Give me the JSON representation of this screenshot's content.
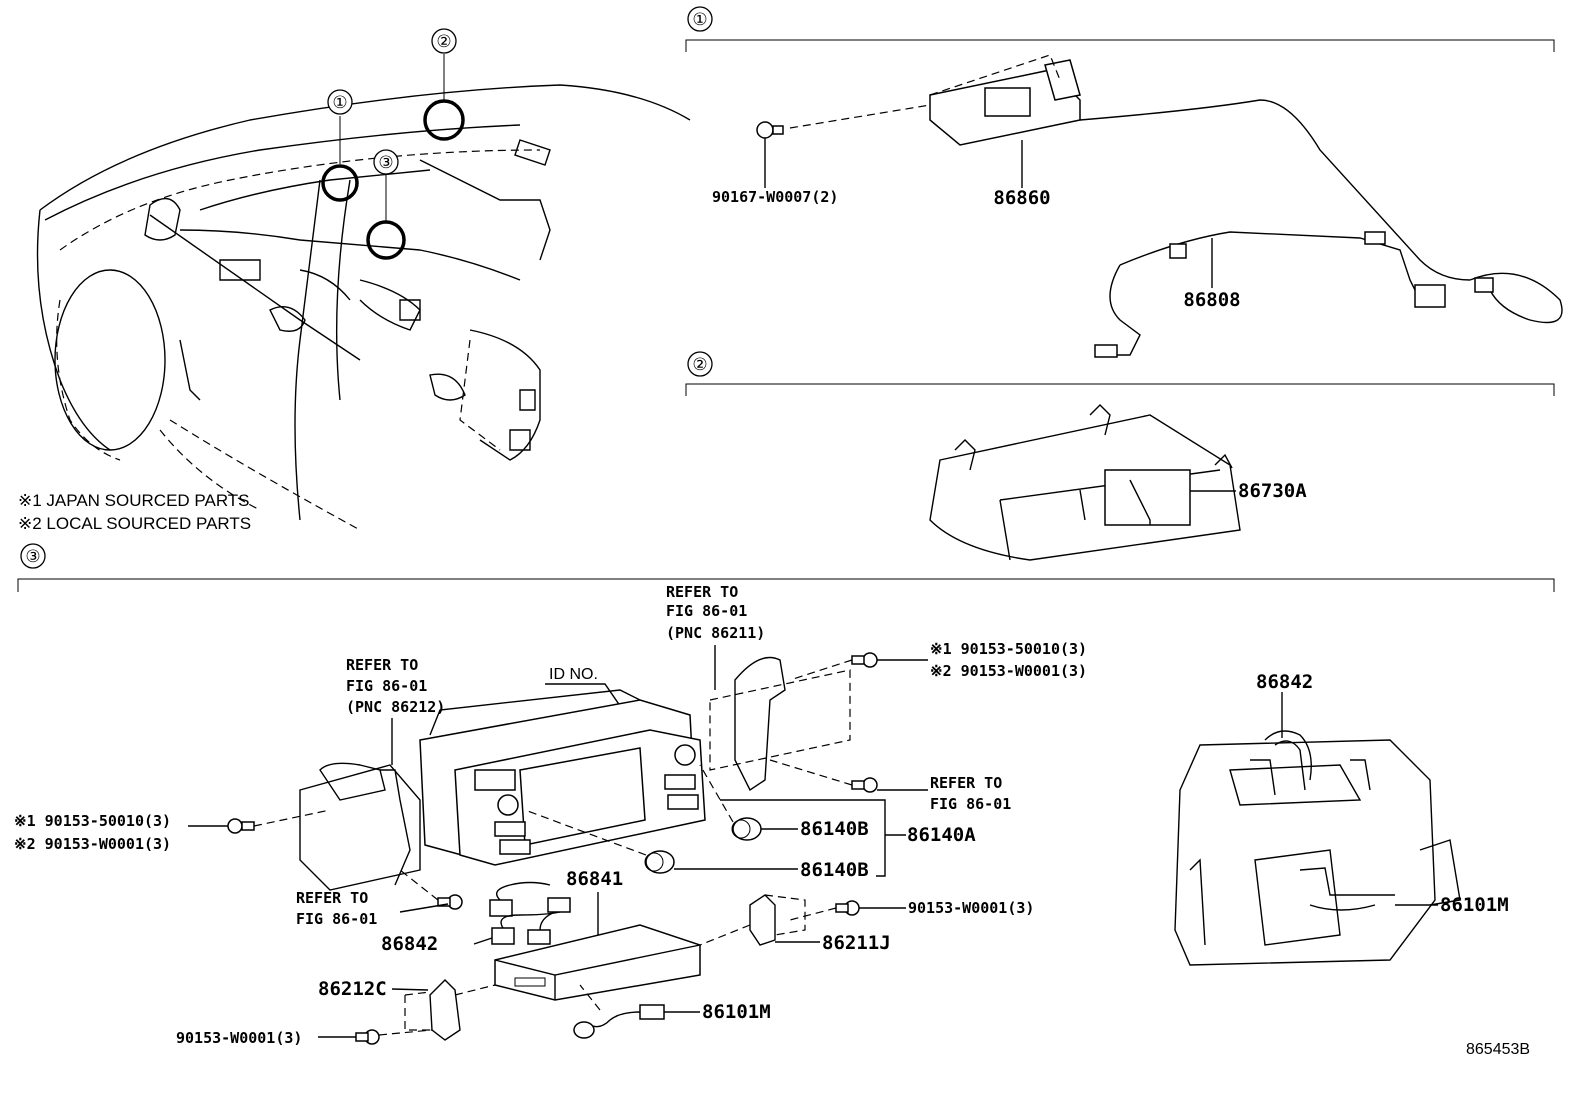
{
  "section_markers": [
    "①",
    "②",
    "③"
  ],
  "notes": [
    "※1 JAPAN SOURCED PARTS",
    "※2 LOCAL SOURCED PARTS"
  ],
  "section1": {
    "labels": [
      "90167-W0007(2)",
      "86860",
      "86808"
    ]
  },
  "section2": {
    "labels": [
      "86730A"
    ]
  },
  "section3": {
    "refer_center": [
      "REFER TO",
      "FIG 86-01",
      "(PNC 86211)"
    ],
    "refer_left": [
      "REFER TO",
      "FIG 86-01",
      "(PNC 86212)"
    ],
    "id_no": "ID NO.",
    "bolt_right_1": "※1 90153-50010(3)",
    "bolt_right_2": "※2 90153-W0001(3)",
    "bolt_left_1": "※1 90153-50010(3)",
    "bolt_left_2": "※2 90153-W0001(3)",
    "refer_right": [
      "REFER TO",
      "FIG 86-01"
    ],
    "refer_lower": [
      "REFER TO",
      "FIG 86-01"
    ],
    "knob_1": "86140B",
    "knob_2": "86140B",
    "knob_group": "86140A",
    "amp": "86841",
    "harness": "86842",
    "bolt_lower_right": "90153-W0001(3)",
    "bracket_right": "86211J",
    "bracket_left": "86212C",
    "connector": "86101M",
    "bolt_lower_left": "90153-W0001(3)",
    "inset_harness": "86842",
    "inset_connector": "86101M"
  },
  "figure_id": "865453B"
}
